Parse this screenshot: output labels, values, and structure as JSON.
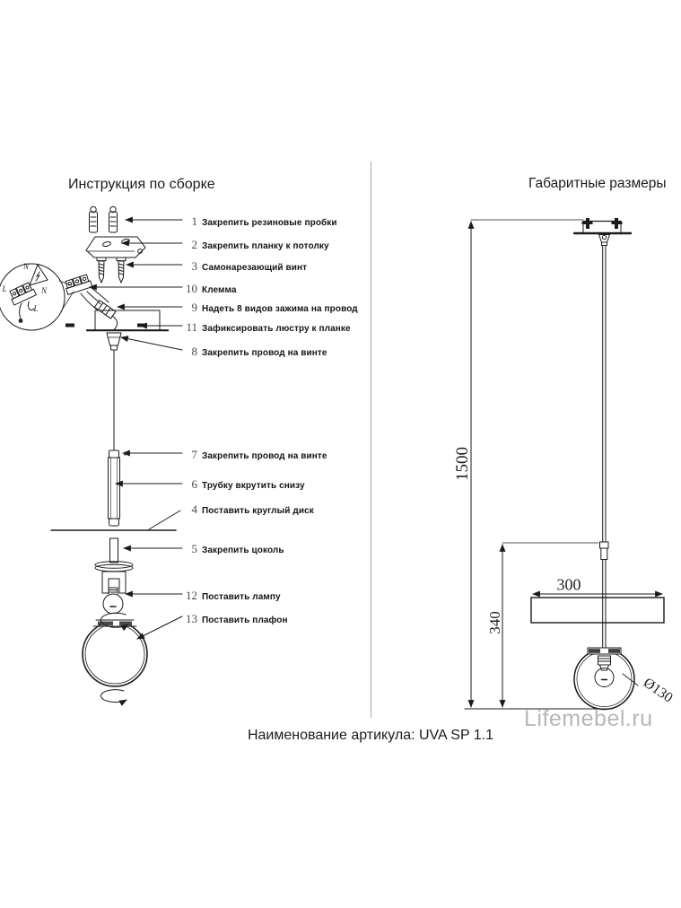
{
  "page": {
    "left_title": "Инструкция по сборке",
    "right_title": "Габаритные размеры",
    "caption": "Наименование артикула: UVA SP 1.1",
    "watermark": "Lifemebel.ru"
  },
  "instructions": {
    "items": [
      {
        "num": "1",
        "label": "Закрепить резиновые пробки"
      },
      {
        "num": "2",
        "label": "Закрепить планку к потолку"
      },
      {
        "num": "3",
        "label": "Самонарезающий винт"
      },
      {
        "num": "10",
        "label": "Клемма"
      },
      {
        "num": "9",
        "label": "Надеть 8 видов зажима на провод"
      },
      {
        "num": "11",
        "label": "Зафиксировать люстру к планке"
      },
      {
        "num": "8",
        "label": "Закрепить провод на винте"
      },
      {
        "num": "7",
        "label": "Закрепить провод на винте"
      },
      {
        "num": "6",
        "label": "Трубку вкрутить снизу"
      },
      {
        "num": "4",
        "label": "Поставить круглый диск"
      },
      {
        "num": "5",
        "label": "Закрепить цоколь"
      },
      {
        "num": "12",
        "label": "Поставить лампу"
      },
      {
        "num": "13",
        "label": "Поставить плафон"
      }
    ]
  },
  "dimensions": {
    "height_total": "1500",
    "height_lower": "340",
    "disc_width": "300",
    "globe_diameter": "Ø130"
  },
  "wiring_labels": {
    "n_top": "N",
    "l_left": "L",
    "n_right": "N",
    "l_bottom": "L"
  },
  "colors": {
    "line": "#1b1b1b",
    "divider": "#ababab",
    "watermark": "#b7b7b7"
  }
}
